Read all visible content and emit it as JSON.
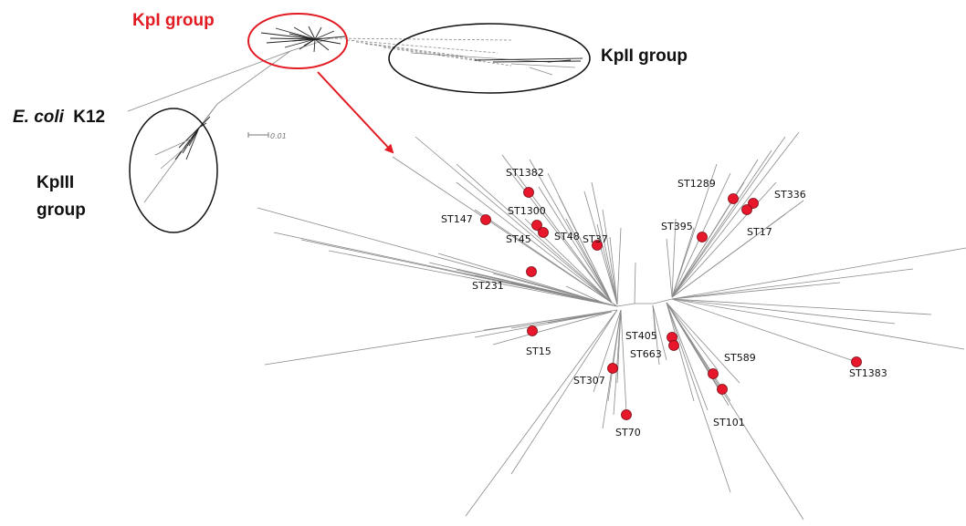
{
  "groups": {
    "kp1": {
      "label": "KpI group",
      "color": "#e21b23"
    },
    "kp2": {
      "label": "KpII group"
    },
    "kp3": {
      "line1": "KpIII",
      "line2": "group"
    },
    "ecoli": {
      "species": "E. coli",
      "strain": "K12"
    }
  },
  "scale_bar": {
    "label": "0.01"
  },
  "colors": {
    "node": "#e8172c",
    "arrow": "#e21b23",
    "branch": "#8a8a8a"
  },
  "sequence_types": [
    {
      "id": "st1382",
      "label": "ST1382"
    },
    {
      "id": "st147",
      "label": "ST147"
    },
    {
      "id": "st1300",
      "label": "ST1300"
    },
    {
      "id": "st45",
      "label": "ST45"
    },
    {
      "id": "st48",
      "label": "ST48"
    },
    {
      "id": "st37",
      "label": "ST37"
    },
    {
      "id": "st231",
      "label": "ST231"
    },
    {
      "id": "st15",
      "label": "ST15"
    },
    {
      "id": "st307",
      "label": "ST307"
    },
    {
      "id": "st70",
      "label": "ST70"
    },
    {
      "id": "st405",
      "label": "ST405"
    },
    {
      "id": "st663",
      "label": "ST663"
    },
    {
      "id": "st589",
      "label": "ST589"
    },
    {
      "id": "st101",
      "label": "ST101"
    },
    {
      "id": "st1383",
      "label": "ST1383"
    },
    {
      "id": "st1289",
      "label": "ST1289"
    },
    {
      "id": "st336",
      "label": "ST336"
    },
    {
      "id": "st17",
      "label": "ST17"
    },
    {
      "id": "st395",
      "label": "ST395"
    }
  ]
}
